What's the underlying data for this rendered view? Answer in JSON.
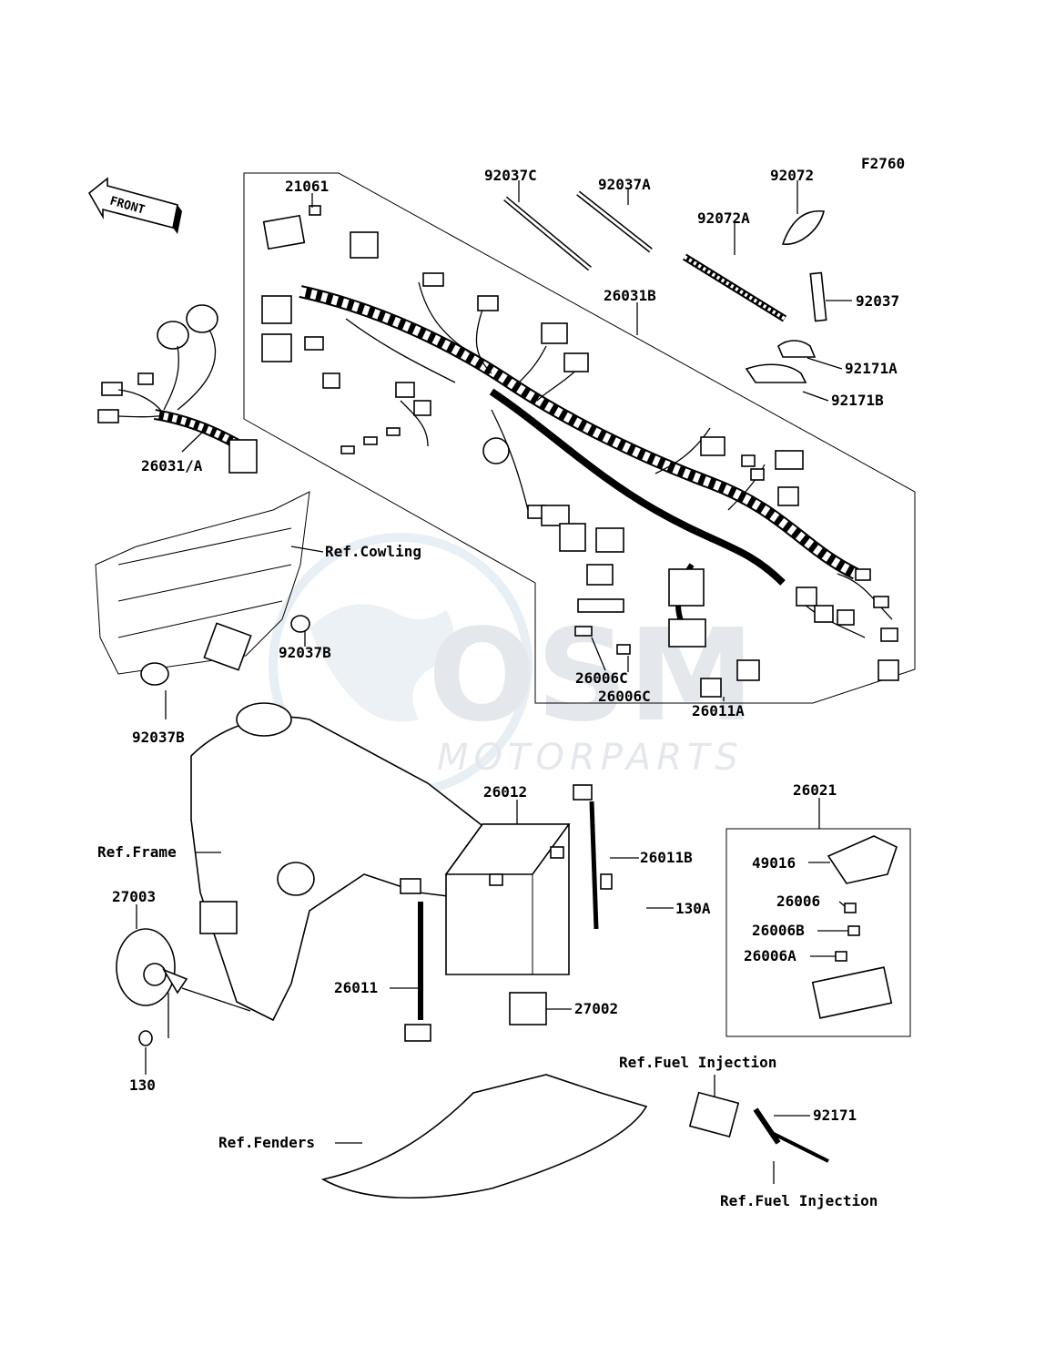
{
  "figure_id": "F2760",
  "front_label": "FRONT",
  "watermark": {
    "brand": "OSM",
    "sub": "MOTORPARTS"
  },
  "labels": {
    "p21061": "21061",
    "p92037C": "92037C",
    "p92037A": "92037A",
    "p92072": "92072",
    "p92072A": "92072A",
    "p26031B": "26031B",
    "p92037": "92037",
    "p92171A": "92171A",
    "p92171B": "92171B",
    "p26031A": "26031/A",
    "ref_cowling": "Ref.Cowling",
    "p92037B_1": "92037B",
    "p92037B_2": "92037B",
    "p26006C_1": "26006C",
    "p26006C_2": "26006C",
    "p26011A": "26011A",
    "p26012": "26012",
    "p26021": "26021",
    "ref_frame": "Ref.Frame",
    "p26011B": "26011B",
    "p49016": "49016",
    "p27003": "27003",
    "p130A": "130A",
    "p26006": "26006",
    "p26006B": "26006B",
    "p26006A": "26006A",
    "p26011": "26011",
    "p27002": "27002",
    "p130": "130",
    "ref_fuel_1": "Ref.Fuel Injection",
    "ref_fenders": "Ref.Fenders",
    "p92171": "92171",
    "ref_fuel_2": "Ref.Fuel Injection"
  }
}
